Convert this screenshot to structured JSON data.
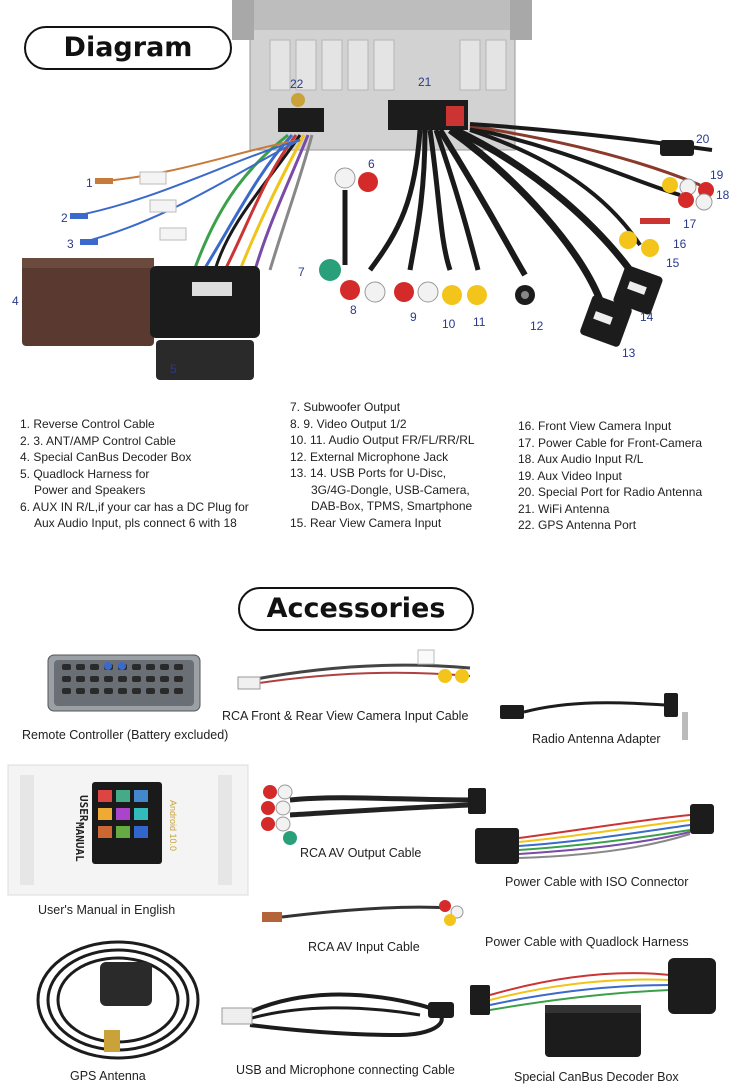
{
  "headings": {
    "diagram": "Diagram",
    "accessories": "Accessories"
  },
  "callouts": [
    "1",
    "2",
    "3",
    "4",
    "5",
    "6",
    "7",
    "8",
    "9",
    "10",
    "11",
    "12",
    "13",
    "14",
    "15",
    "16",
    "17",
    "18",
    "19",
    "20",
    "21",
    "22"
  ],
  "legend": {
    "col1": [
      "1. Reverse Control Cable",
      "2. 3. ANT/AMP Control Cable",
      "4. Special CanBus Decoder Box",
      "5. Quadlock Harness for",
      "    Power and Speakers",
      "6. AUX IN R/L,if your car has a DC Plug for",
      "    Aux Audio Input, pls connect 6 with 18"
    ],
    "col2": [
      "7. Subwoofer Output",
      "8. 9. Video Output 1/2",
      "10. 11. Audio Output FR/FL/RR/RL",
      "12. External Microphone Jack",
      "13. 14. USB Ports for U-Disc,",
      "       3G/4G-Dongle, USB-Camera,",
      "       DAB-Box, TPMS, Smartphone",
      "15. Rear View Camera Input"
    ],
    "col3": [
      "16. Front View Camera Input",
      "17. Power Cable for Front-Camera",
      "18. Aux Audio Input R/L",
      "19. Aux Video Input",
      "20. Special Port for Radio Antenna",
      "21. WiFi Antenna",
      "22. GPS Antenna Port"
    ]
  },
  "manual": {
    "title_line1": "USER",
    "title_line2": "MANUAL",
    "brand": "Android 10.0"
  },
  "accessories": {
    "remote": "Remote Controller (Battery excluded)",
    "rca_camera": "RCA Front & Rear View Camera Input Cable",
    "radio_antenna": "Radio Antenna Adapter",
    "manual": "User's Manual in English",
    "rca_av_output": "RCA AV Output Cable",
    "power_iso": "Power Cable with ISO Connector",
    "rca_av_input": "RCA AV Input Cable",
    "power_quadlock": "Power Cable with Quadlock Harness",
    "gps": "GPS Antenna",
    "usb_mic": "USB and Microphone connecting Cable",
    "canbus_box": "Special CanBus Decoder Box"
  },
  "colors": {
    "label_blue": "#2a3a8a",
    "connector_black": "#1c1c1c",
    "rca_red": "#d42a2a",
    "rca_white": "#f2f2f2",
    "rca_yellow": "#f3c51b",
    "rca_green": "#2aa07a",
    "decoder_brown": "#5a3a30",
    "unit_silver": "#cfcfcf"
  }
}
